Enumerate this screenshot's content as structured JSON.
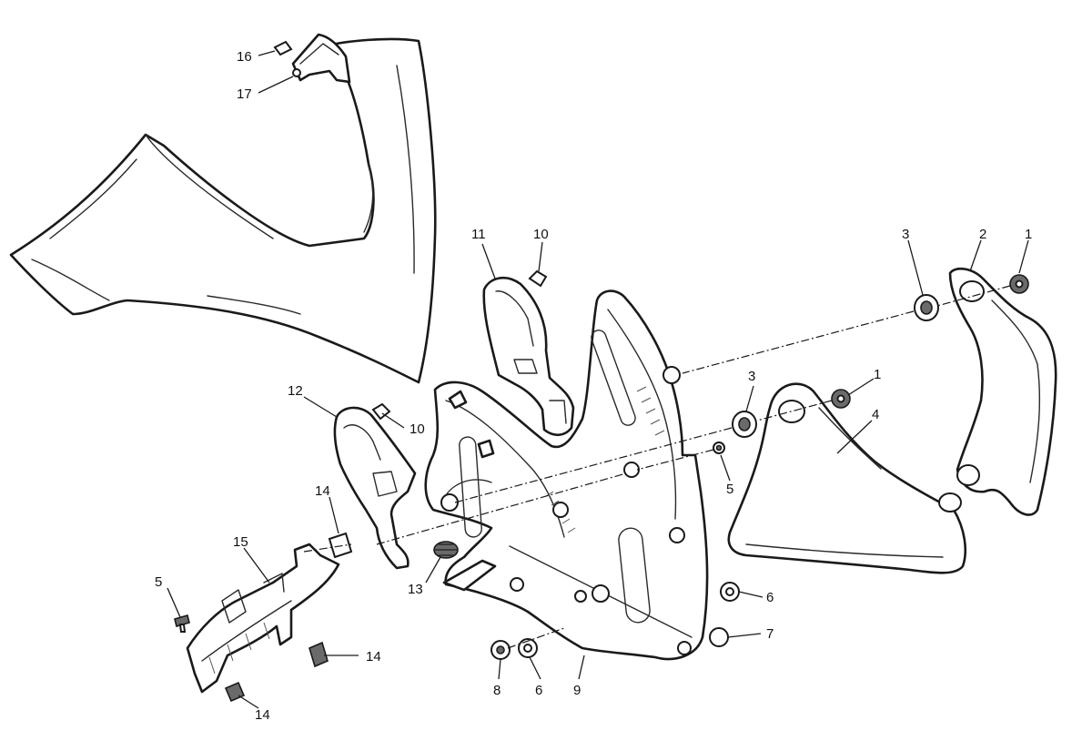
{
  "callouts": {
    "c1a": "1",
    "c1b": "1",
    "c2": "2",
    "c3a": "3",
    "c3b": "3",
    "c4": "4",
    "c5a": "5",
    "c5b": "5",
    "c6a": "6",
    "c6b": "6",
    "c7": "7",
    "c8": "8",
    "c9": "9",
    "c10a": "10",
    "c10b": "10",
    "c11": "11",
    "c12": "12",
    "c13": "13",
    "c14a": "14",
    "c14b": "14",
    "c14c": "14",
    "c15": "15",
    "c16": "16",
    "c17": "17"
  }
}
